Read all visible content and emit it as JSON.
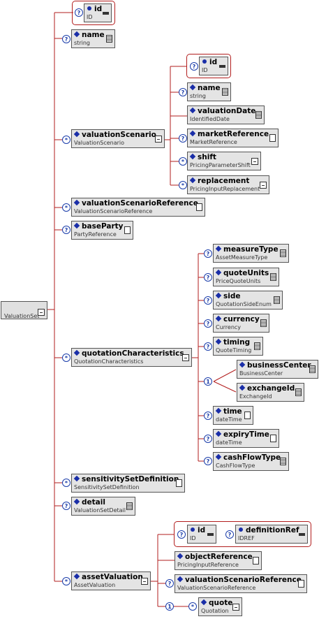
{
  "nodes": {
    "valuationSet": {
      "name": "",
      "type": "ValuationSet"
    },
    "id1": {
      "name": "id",
      "type": "ID"
    },
    "name1": {
      "name": "name",
      "type": "string"
    },
    "valuationScenario": {
      "name": "valuationScenario",
      "type": "ValuationScenario"
    },
    "vs_id": {
      "name": "id",
      "type": "ID"
    },
    "vs_name": {
      "name": "name",
      "type": "string"
    },
    "valuationDate": {
      "name": "valuationDate",
      "type": "IdentifiedDate"
    },
    "marketReference": {
      "name": "marketReference",
      "type": "MarketReference"
    },
    "shift": {
      "name": "shift",
      "type": "PricingParameterShift"
    },
    "replacement": {
      "name": "replacement",
      "type": "PricingInputReplacement"
    },
    "valuationScenarioReference": {
      "name": "valuationScenarioReference",
      "type": "ValuationScenarioReference"
    },
    "baseParty": {
      "name": "baseParty",
      "type": "PartyReference"
    },
    "quotationCharacteristics": {
      "name": "quotationCharacteristics",
      "type": "QuotationCharacteristics"
    },
    "measureType": {
      "name": "measureType",
      "type": "AssetMeasureType"
    },
    "quoteUnits": {
      "name": "quoteUnits",
      "type": "PriceQuoteUnits"
    },
    "side": {
      "name": "side",
      "type": "QuotationSideEnum"
    },
    "currency": {
      "name": "currency",
      "type": "Currency"
    },
    "timing": {
      "name": "timing",
      "type": "QuoteTiming"
    },
    "businessCenter": {
      "name": "businessCenter",
      "type": "BusinessCenter"
    },
    "exchangeId": {
      "name": "exchangeId",
      "type": "ExchangeId"
    },
    "time": {
      "name": "time",
      "type": "dateTime"
    },
    "expiryTime": {
      "name": "expiryTime",
      "type": "dateTime"
    },
    "cashFlowType": {
      "name": "cashFlowType",
      "type": "CashFlowType"
    },
    "sensitivitySetDefinition": {
      "name": "sensitivitySetDefinition",
      "type": "SensitivitySetDefinition"
    },
    "detail": {
      "name": "detail",
      "type": "ValuationSetDetail"
    },
    "assetValuation": {
      "name": "assetValuation",
      "type": "AssetValuation"
    },
    "av_id": {
      "name": "id",
      "type": "ID"
    },
    "definitionRef": {
      "name": "definitionRef",
      "type": "IDREF"
    },
    "objectReference": {
      "name": "objectReference",
      "type": "PricingInputReference"
    },
    "av_valuationScenarioReference": {
      "name": "valuationScenarioReference",
      "type": "ValuationScenarioReference"
    },
    "quote": {
      "name": "quote",
      "type": "Quotation"
    }
  },
  "choice_label": "1",
  "colors": {
    "line": "#b21d1d",
    "box_fill": "#e4e4e4",
    "marker": "#1a3caa"
  }
}
